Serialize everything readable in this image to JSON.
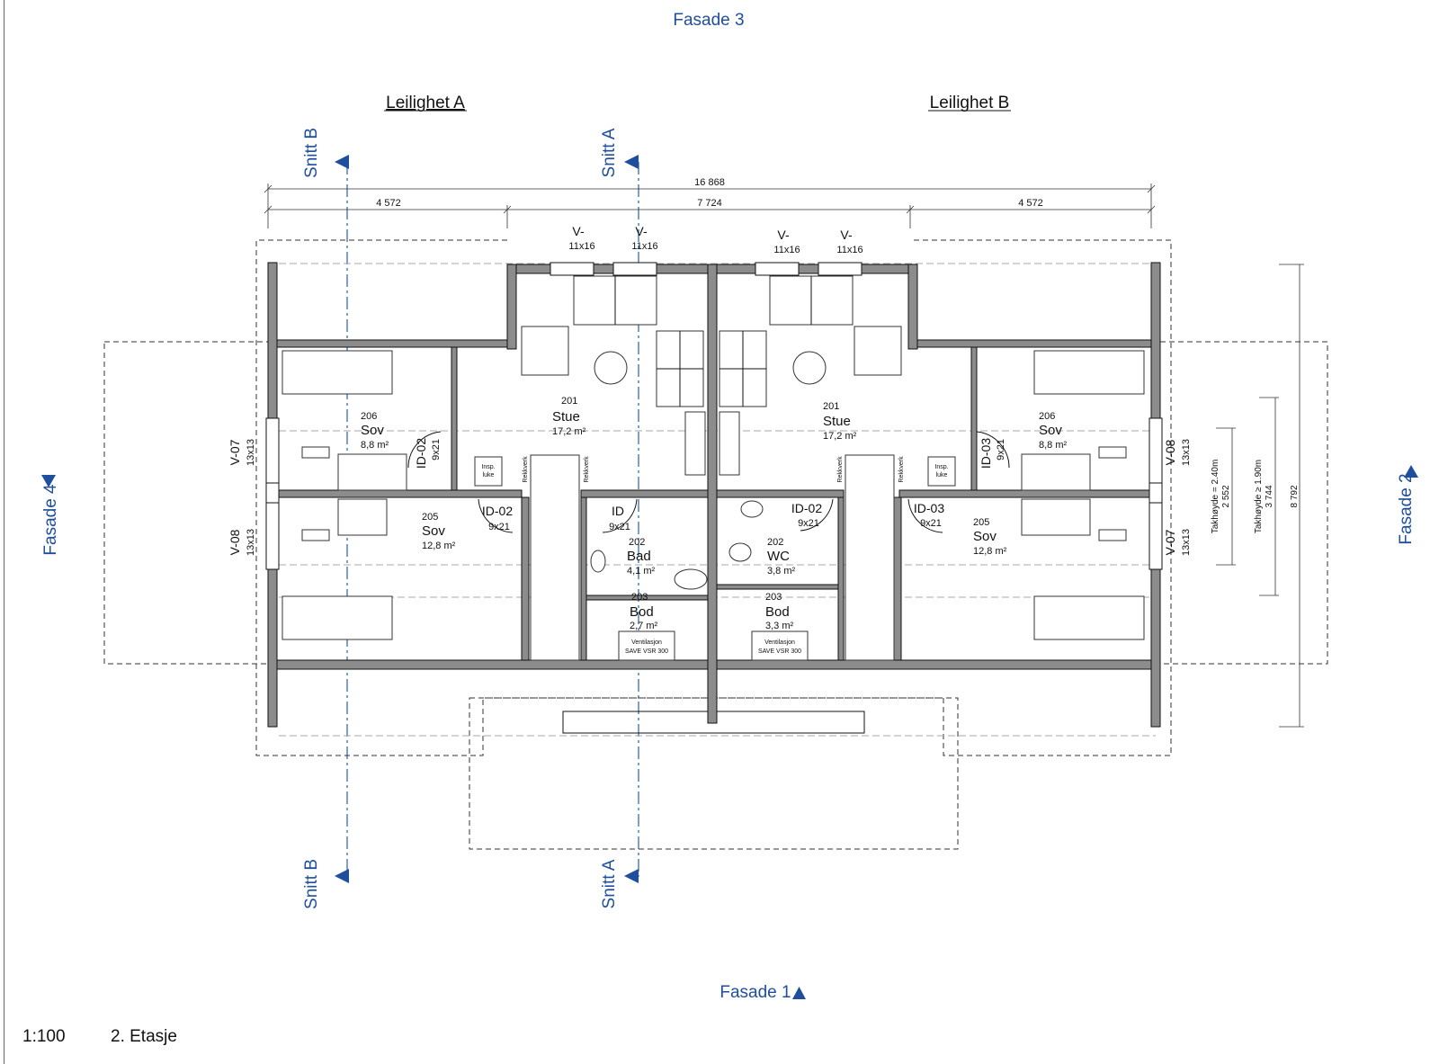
{
  "drawing": {
    "scale": "1:100",
    "floor": "2. Etasje",
    "facades": {
      "top": "Fasade 3",
      "bottom": "Fasade 1",
      "left": "Fasade 4",
      "right": "Fasade 2"
    },
    "sections": {
      "a": "Snitt A",
      "b": "Snitt B"
    },
    "units": {
      "left": "Leilighet A",
      "right": "Leilighet B"
    },
    "dimensions": {
      "total": "16 868",
      "left": "4 572",
      "middle": "7 724",
      "right": "4 572",
      "ceiling_240": "Takhøyde = 2.40m",
      "ceiling_240_dim": "2 552",
      "ceiling_190": "Takhøyde ≥ 1.90m",
      "ceiling_190_dim": "3 744",
      "depth": "8 792"
    },
    "windows": {
      "v_top": "V-",
      "size_top": "11x16",
      "v07": "V-07",
      "v08": "V-08",
      "size_side": "13x13"
    },
    "doors": {
      "id02": "ID-02",
      "id03": "ID-03",
      "id": "ID",
      "size": "9x21"
    },
    "rooms": {
      "a_stue_no": "201",
      "a_stue": "Stue",
      "a_stue_area": "17,2 m²",
      "a_sov206_no": "206",
      "a_sov206": "Sov",
      "a_sov206_area": "8,8 m²",
      "a_sov205_no": "205",
      "a_sov205": "Sov",
      "a_sov205_area": "12,8 m²",
      "a_bad_no": "202",
      "a_bad": "Bad",
      "a_bad_area": "4,1 m²",
      "a_bod_no": "203",
      "a_bod": "Bod",
      "a_bod_area": "2,7 m²",
      "b_stue_no": "201",
      "b_stue": "Stue",
      "b_stue_area": "17,2 m²",
      "b_sov206_no": "206",
      "b_sov206": "Sov",
      "b_sov206_area": "8,8 m²",
      "b_sov205_no": "205",
      "b_sov205": "Sov",
      "b_sov205_area": "12,8 m²",
      "b_wc_no": "202",
      "b_wc": "WC",
      "b_wc_area": "3,8 m²",
      "b_bod_no": "203",
      "b_bod": "Bod",
      "b_bod_area": "3,3 m²"
    },
    "notes": {
      "insp1": "Insp.",
      "insp2": "luke",
      "rekkverk": "Rekkverk",
      "vent1": "Ventilasjon",
      "vent2": "SAVE VSR 300"
    }
  }
}
